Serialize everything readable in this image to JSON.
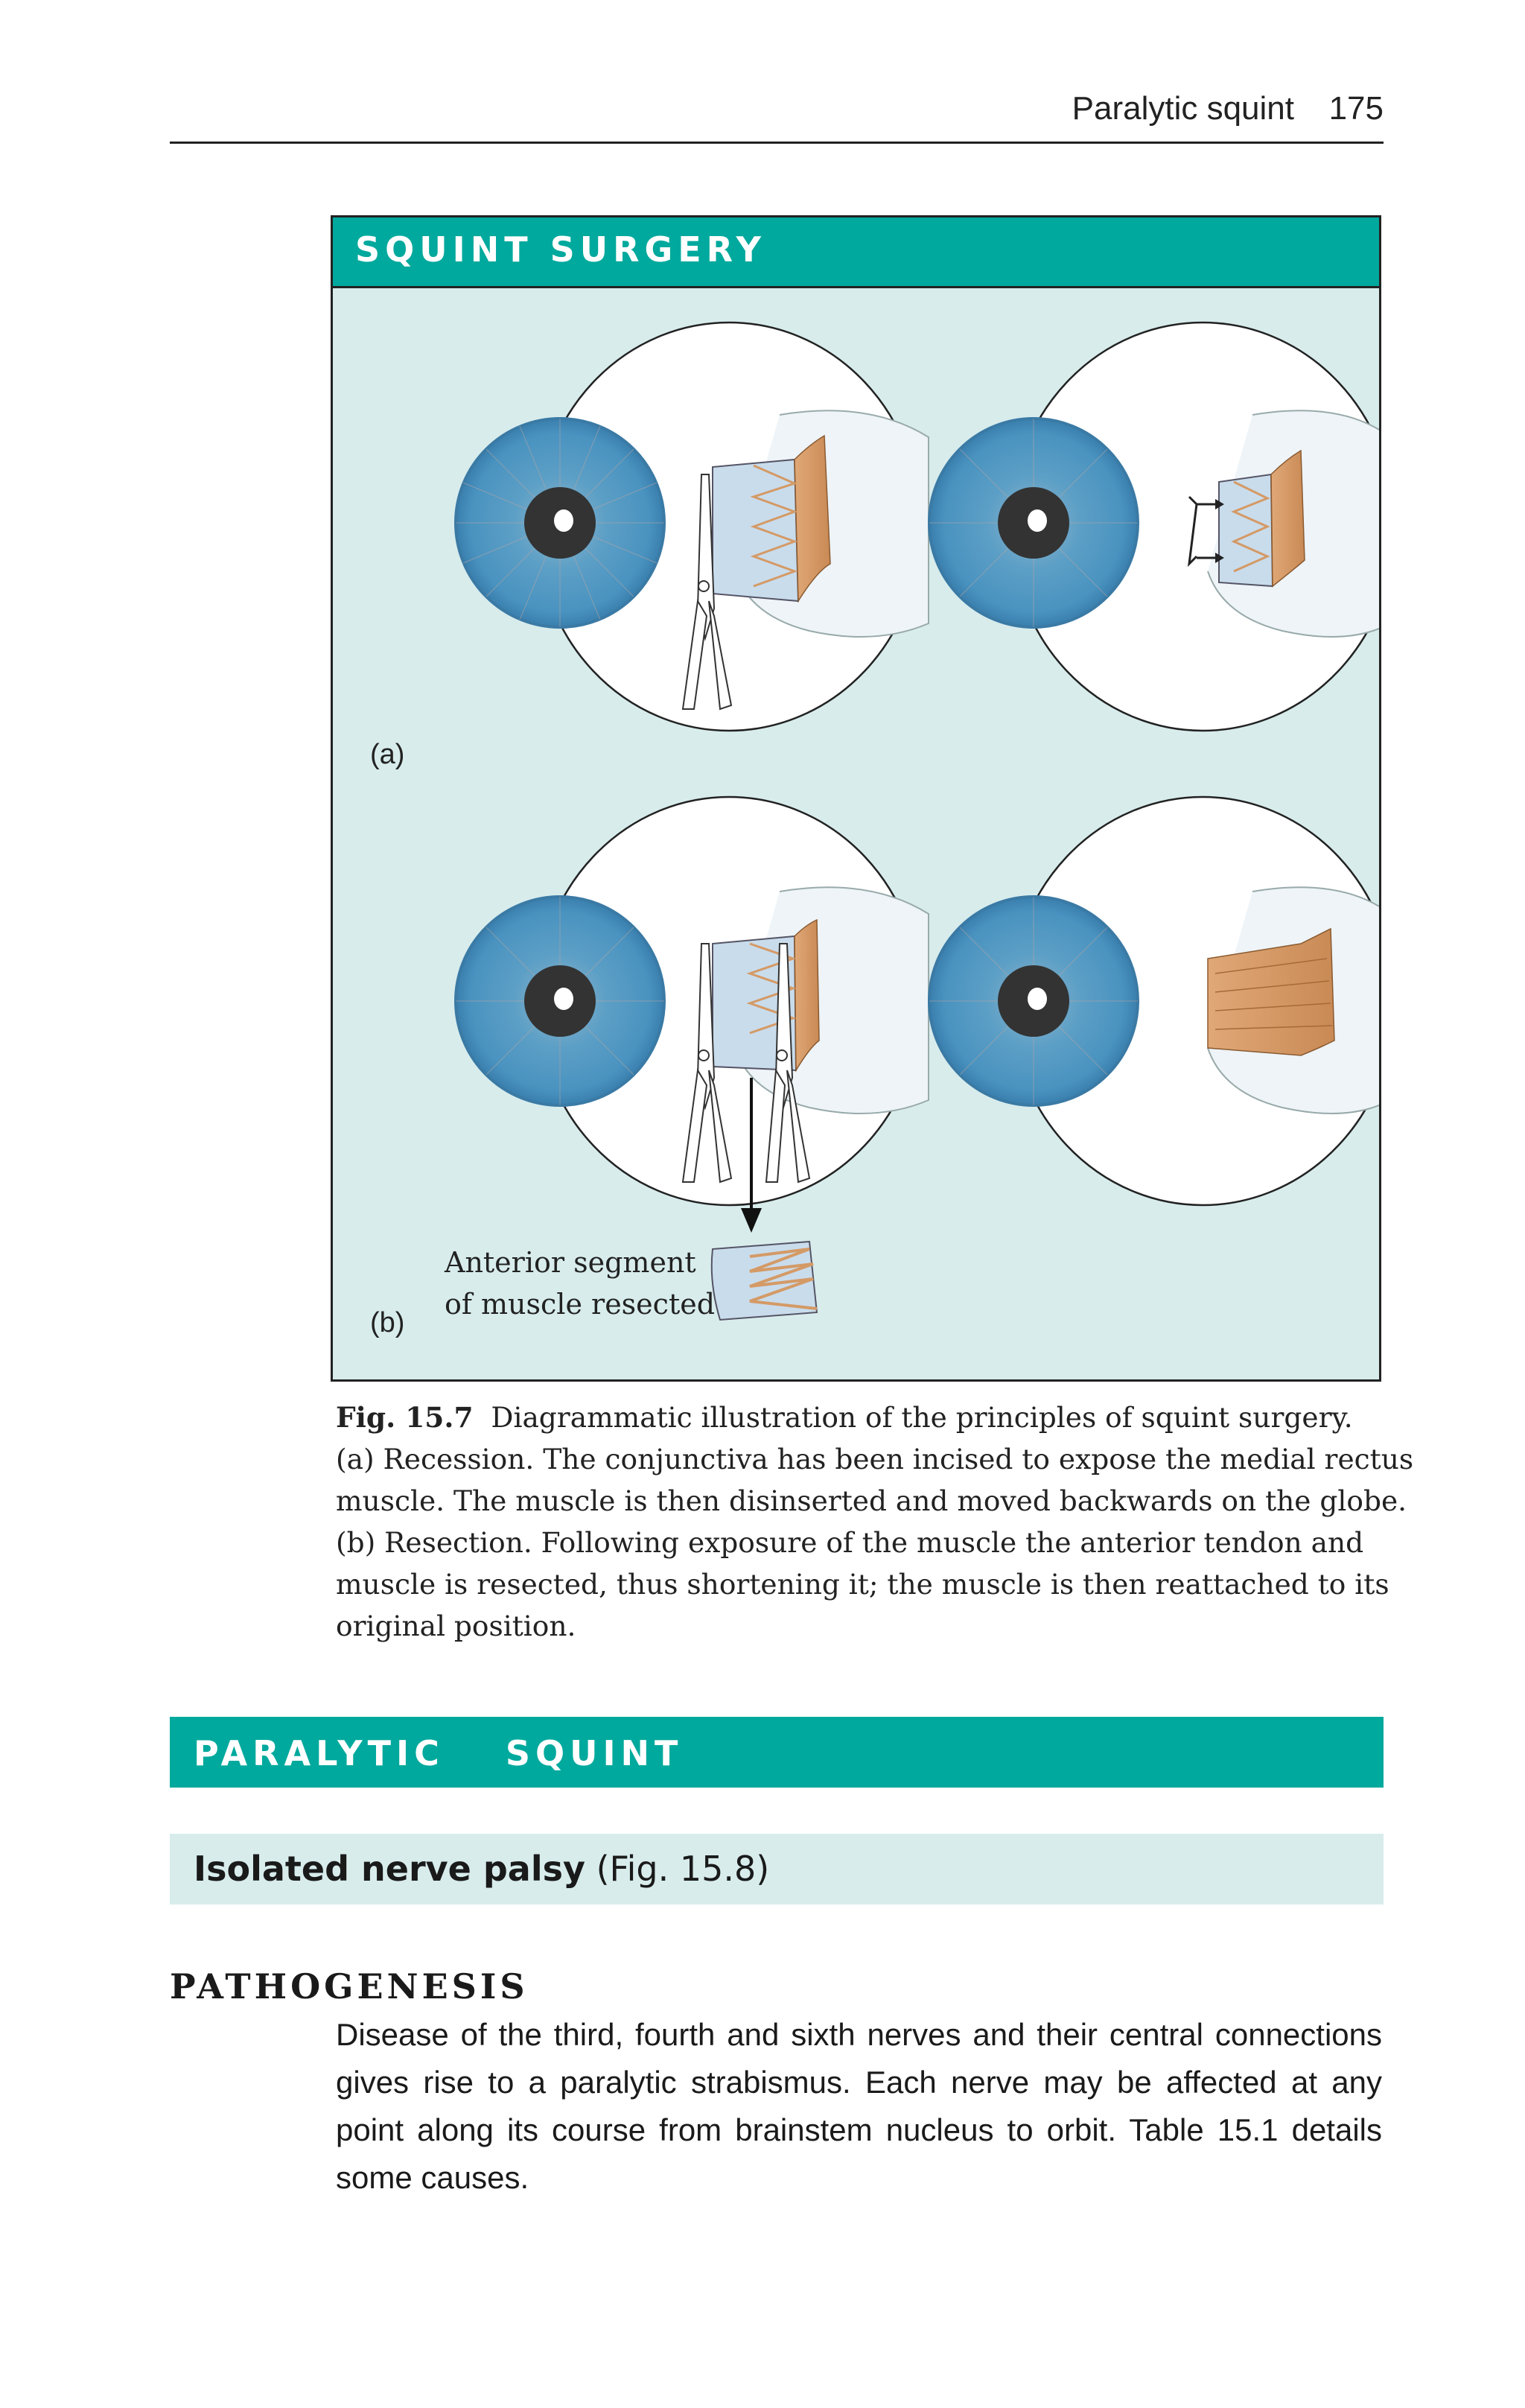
{
  "header": {
    "running_title": "Paralytic squint",
    "page_number": "175"
  },
  "figure": {
    "box_title": "SQUINT SURGERY",
    "panel_a_label": "(a)",
    "panel_b_label": "(b)",
    "annotation_line1": "Anterior segment",
    "annotation_line2": "of muscle resected",
    "colors": {
      "teal": "#00a99d",
      "panel_background": "#d8ecec",
      "iris": "#5aa0c8",
      "muscle": "#d49a66"
    }
  },
  "caption": {
    "fig_label": "Fig. 15.7",
    "line1": "Diagrammatic illustration of the principles of squint surgery.",
    "line2": "(a) Recession. The conjunctiva has been incised to expose the medial rectus",
    "line3": "muscle. The muscle is then disinserted and moved backwards on the globe.",
    "line4": "(b) Resection. Following exposure of the muscle the anterior tendon and",
    "line5": "muscle is resected, thus shortening it; the muscle is then reattached to its",
    "line6": "original position."
  },
  "section": {
    "title": "PARALYTIC  SQUINT",
    "subtitle_bold": "Isolated nerve palsy",
    "subtitle_ref": "(Fig. 15.8)"
  },
  "pathogenesis": {
    "heading": "PATHOGENESIS",
    "paragraph": "Disease of the third, fourth and sixth nerves and their central connections gives rise to a paralytic strabismus. Each nerve may be affected at any point along its course from brainstem nucleus to orbit. Table 15.1 details some causes."
  }
}
